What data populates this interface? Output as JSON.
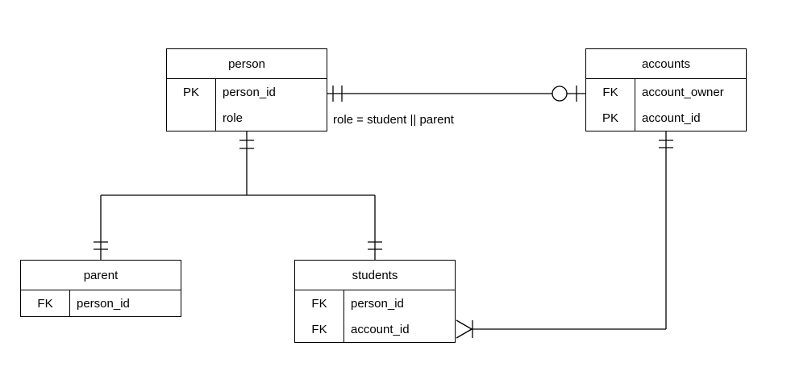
{
  "diagram": {
    "background_color": "#ffffff",
    "line_color": "#000000",
    "entities": [
      {
        "id": "person",
        "title": "person",
        "rows": [
          {
            "key": "PK",
            "field": "person_id"
          },
          {
            "key": "",
            "field": "role"
          }
        ]
      },
      {
        "id": "accounts",
        "title": "accounts",
        "rows": [
          {
            "key": "FK",
            "field": "account_owner"
          },
          {
            "key": "PK",
            "field": "account_id"
          }
        ]
      },
      {
        "id": "parent",
        "title": "parent",
        "rows": [
          {
            "key": "FK",
            "field": "person_id"
          }
        ]
      },
      {
        "id": "students",
        "title": "students",
        "rows": [
          {
            "key": "FK",
            "field": "person_id"
          },
          {
            "key": "FK",
            "field": "account_id"
          }
        ]
      }
    ],
    "relationships": [
      {
        "from": "person",
        "to": "accounts",
        "from_cardinality": "one-and-only-one",
        "to_cardinality": "zero-or-one",
        "label": "role = student || parent"
      },
      {
        "from": "person",
        "to": "parent",
        "from_cardinality": "one-and-only-one",
        "to_cardinality": "one-and-only-one",
        "label": ""
      },
      {
        "from": "person",
        "to": "students",
        "from_cardinality": "one-and-only-one",
        "to_cardinality": "one-and-only-one",
        "label": ""
      },
      {
        "from": "accounts",
        "to": "students",
        "from_cardinality": "one-and-only-one",
        "to_cardinality": "many",
        "label": ""
      }
    ],
    "relationship_label": "role = student || parent"
  }
}
